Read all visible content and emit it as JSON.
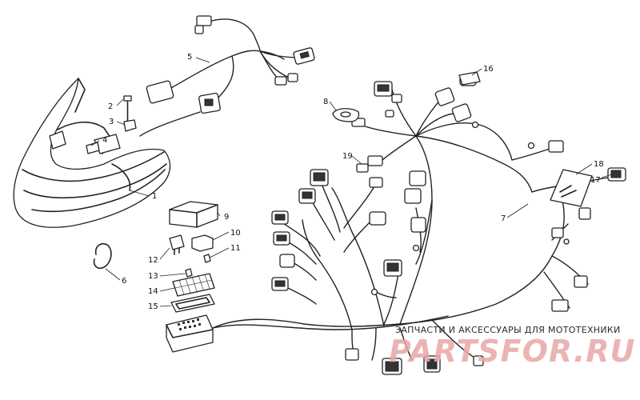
{
  "callouts": {
    "c1": "1",
    "c2": "2",
    "c3": "3",
    "c4": "4",
    "c5": "5",
    "c6": "6",
    "c7": "7",
    "c8": "8",
    "c9": "9",
    "c10": "10",
    "c11": "11",
    "c12": "12",
    "c13": "13",
    "c14": "14",
    "c15": "15",
    "c16": "16",
    "c17": "17",
    "c18": "18",
    "c19": "19"
  },
  "watermark": {
    "tagline": "ЗАПЧАСТИ И АКСЕССУАРЫ ДЛЯ МОТОТЕХНИКИ",
    "logo": "PARTSFOR.RU"
  },
  "colors": {
    "line": "#222222",
    "logo": "#e8a8a8",
    "background": "#ffffff"
  }
}
